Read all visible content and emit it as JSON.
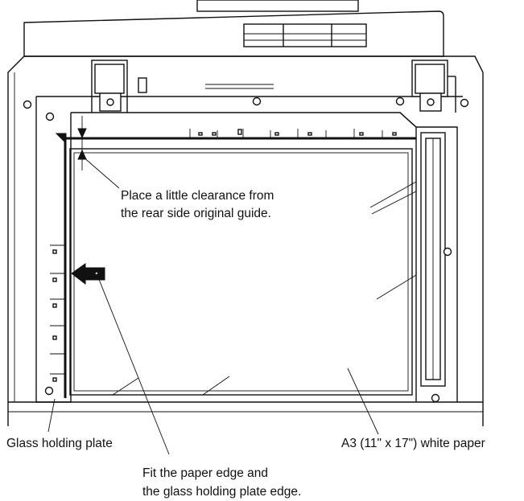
{
  "labels": {
    "clearance_line1": "Place a little clearance from",
    "clearance_line2": "the rear side original guide.",
    "glass_plate": "Glass holding plate",
    "paper": "A3 (11\" x 17\") white paper",
    "fit_line1": "Fit the paper edge and",
    "fit_line2": "the glass holding plate edge."
  },
  "colors": {
    "line": "#111111",
    "background": "#ffffff"
  }
}
